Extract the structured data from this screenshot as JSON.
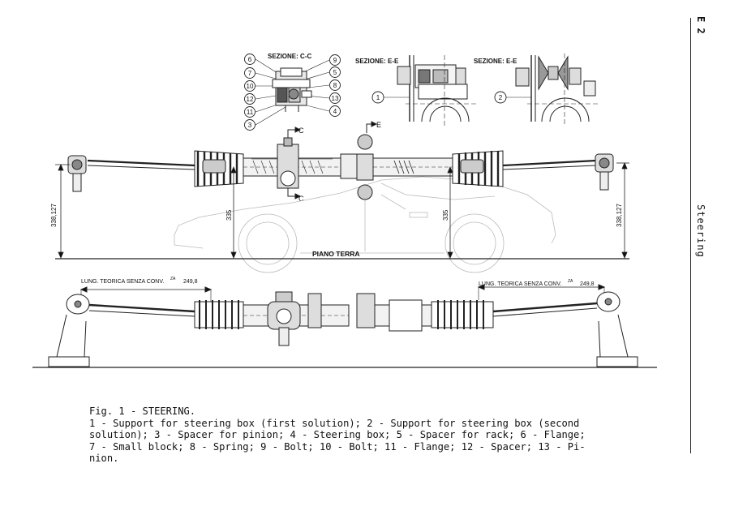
{
  "section": {
    "code": "E 2",
    "title": "Steering"
  },
  "section_cc": {
    "title": "SEZIONE: C-C",
    "left_numbers": [
      "6",
      "7",
      "10",
      "12",
      "11",
      "3"
    ],
    "right_numbers": [
      "9",
      "5",
      "8",
      "13",
      "4"
    ]
  },
  "section_ee": [
    {
      "title": "SEZIONE: E-E",
      "number": "1"
    },
    {
      "title": "SEZIONE: E-E",
      "number": "2"
    }
  ],
  "cut_marks": {
    "c_top": "C",
    "c_bottom": "C",
    "e_top": "E",
    "e_mid": "E"
  },
  "dimensions": {
    "height_left": "338,127",
    "height_right": "338,127",
    "height_center_left": "335",
    "height_center_right": "335",
    "ground_label": "PIANO TERRA",
    "length_left_label": "LUNG. TEORICA SENZA CONV.",
    "length_left_sup": "ZA",
    "length_left_value": "249,8",
    "length_right_label": "LUNG. TEORICA SENZA CONV.",
    "length_right_sup": "ZA",
    "length_right_value": "249,8"
  },
  "caption": {
    "title": "Fig. 1 - STEERING.",
    "line1": "1 - Support for steering box (first solution); 2 - Support for steering box (second",
    "line2": "solution); 3 - Spacer for pinion; 4 - Steering box; 5 - Spacer for rack; 6 - Flange;",
    "line3": "7 - Small block; 8 - Spring; 9 - Bolt; 10 - Bolt; 11 - Flange; 12 - Spacer; 13 - Pi-",
    "line4": "nion."
  }
}
